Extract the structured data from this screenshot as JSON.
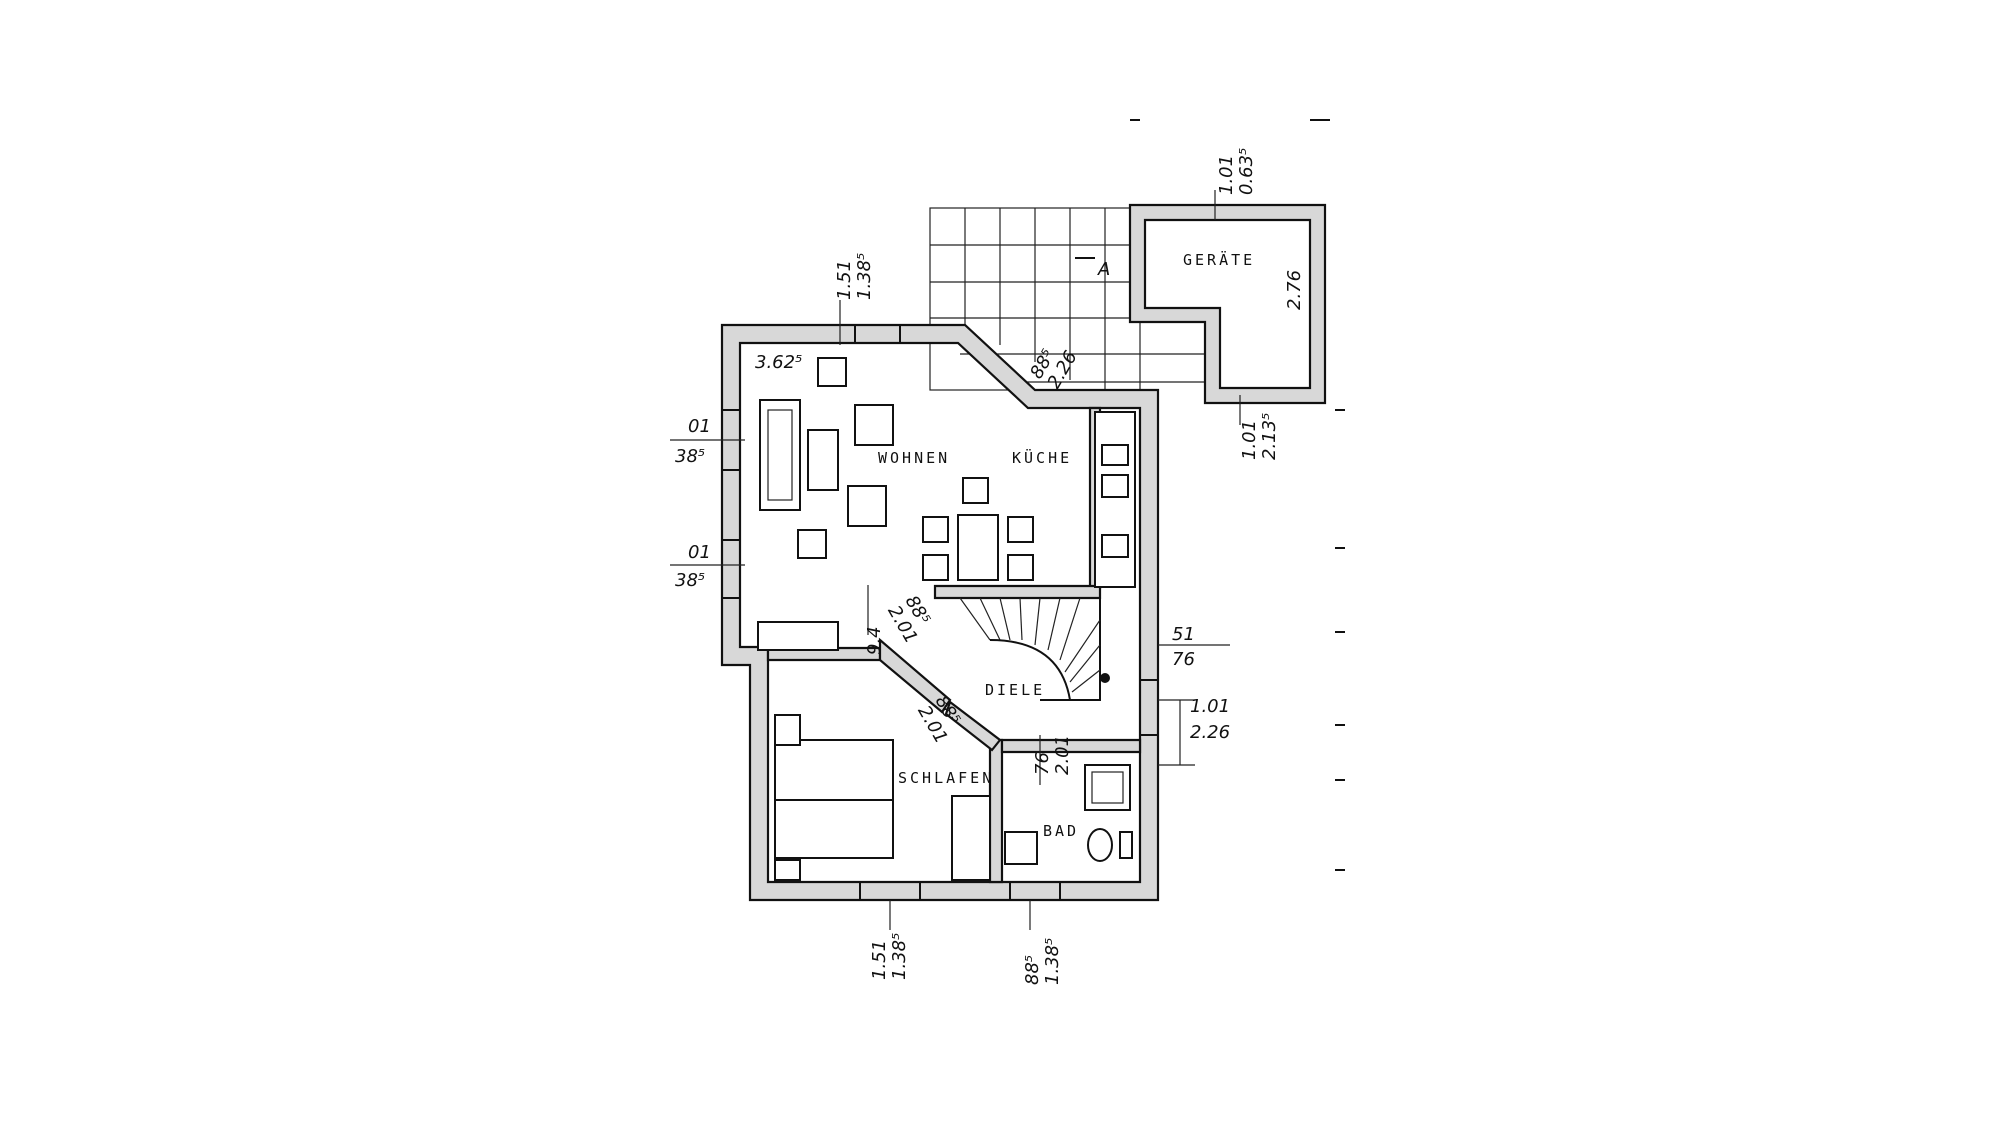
{
  "rooms": {
    "wohnen": "WOHNEN",
    "kuche": "KÜCHE",
    "diele": "DIELE",
    "schlafen": "SCHLAFEN",
    "bad": "BAD",
    "geräte": "GERÄTE"
  },
  "dimensions": {
    "top_window": [
      "1.51",
      "1.38⁵"
    ],
    "left_window_1": [
      "01",
      "38⁵"
    ],
    "left_window_2": [
      "01",
      "38⁵"
    ],
    "kitchen_corner": [
      "88⁵",
      "2.26"
    ],
    "geraete_top": [
      "1.01",
      "0.63⁵"
    ],
    "geraete_right": "2.76",
    "geraete_bottom": [
      "1.01",
      "2.13⁵"
    ],
    "corner_label": "3.62⁵",
    "diele_door_1": [
      "9.4",
      "88⁵",
      "2.01"
    ],
    "diele_right_1": [
      "51",
      "76"
    ],
    "diele_right_2": [
      "1.01",
      "2.26"
    ],
    "diele_door_2": [
      "88⁵",
      "2.01"
    ],
    "bad_door": [
      "76",
      "2.01"
    ],
    "bottom_window_1": [
      "1.51",
      "1.38⁵"
    ],
    "bottom_window_2": [
      "88⁵",
      "1.38⁵"
    ],
    "terrace_mark": "A"
  }
}
